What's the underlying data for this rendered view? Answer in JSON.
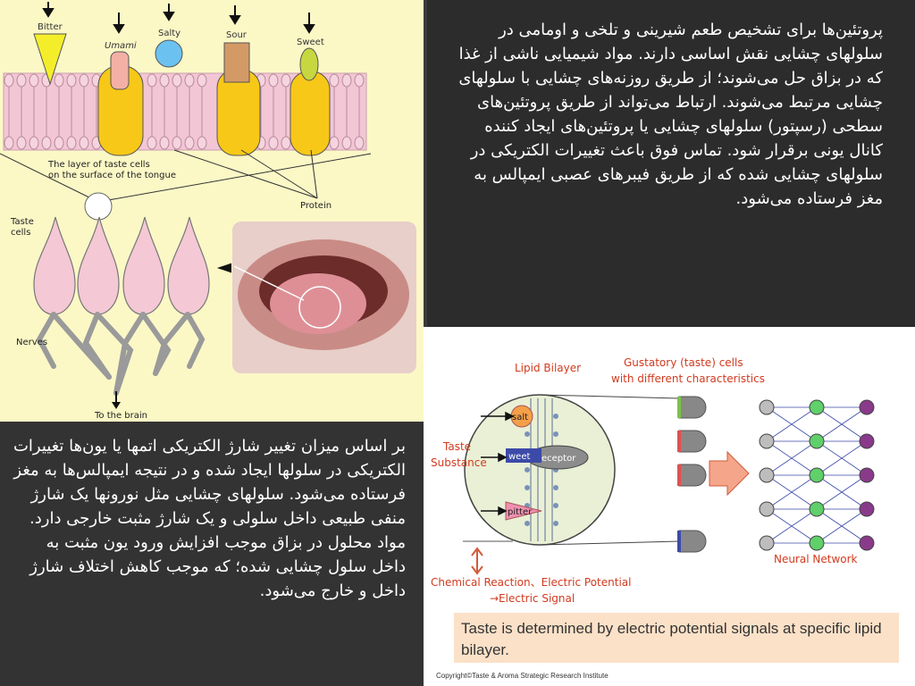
{
  "taste_diagram": {
    "labels": {
      "bitter": "Bitter",
      "umami": "Umami",
      "salty": "Salty",
      "sour": "Sour",
      "sweet": "Sweet",
      "layer_line1": "The layer of taste cells",
      "layer_line2": "on the surface of the tongue",
      "protein": "Protein",
      "taste_cells_line1": "Taste",
      "taste_cells_line2": "cells",
      "nerves": "Nerves",
      "to_brain": "To the brain"
    }
  },
  "paragraphs": {
    "top": "پروتئین‌ها برای تشخیص طعم شیرینی و تلخی و اومامی در سلولهای چشایی نقش اساسی دارند. مواد شیمیایی ناشی از غذا که در بزاق حل می‌شوند؛ از طریق روزنه‌های چشایی با سلولهای چشایی مرتبط می‌شوند. ارتباط می‌تواند از طریق پروتئین‌های سطحی (رسپتور) سلولهای چشایی یا پروتئین‌های ایجاد کننده کانال یونی برقرار شود. تماس فوق باعث تغییرات الکتریکی در سلولهای چشایی شده که از طریق فیبرهای عصبی ایمپالس به مغز فرستاده می‌شود.",
    "bottom": "بر اساس میزان تغییر شارژ الکتریکی اتمها یا یون‌ها تغییرات الکتریکی در سلولها ایجاد شده و در نتیجه ایمپالس‌ها به مغز فرستاده می‌شود. سلولهای چشایی مثل نورونها یک شارژ منفی طبیعی داخل سلولی و یک شارژ مثبت خارجی دارد. مواد محلول در بزاق موجب افزایش ورود یون مثبت به داخل سلول چشایی شده؛ که موجب کاهش اختلاف شارژ داخل و خارج می‌شود."
  },
  "gustatory_diagram": {
    "labels": {
      "lipid_bilayer": "Lipid Bilayer",
      "gustatory_line1": "Gustatory (taste) cells",
      "gustatory_line2": "with different characteristics",
      "taste_line1": "Taste",
      "taste_line2": "Substance",
      "salt": "salt",
      "sweet": "weet",
      "receptor": "eceptor",
      "bitter": "pitter",
      "neural_network": "Neural Network",
      "chemical_line1": "Chemical Reaction、Electric Potential",
      "chemical_line2": "→Electric Signal"
    },
    "caption": "Taste is determined by electric potential signals at specific lipid bilayer.",
    "copyright": "Copyright©Taste & Aroma Strategic Research Institute"
  },
  "colors": {
    "taste_cell_fill": "#f7c818",
    "membrane_pink": "#f3c6d6",
    "text_panel_bg": "#2c2c2c",
    "caption_bg": "#fbe1c8",
    "label_red": "#d23a1e"
  }
}
